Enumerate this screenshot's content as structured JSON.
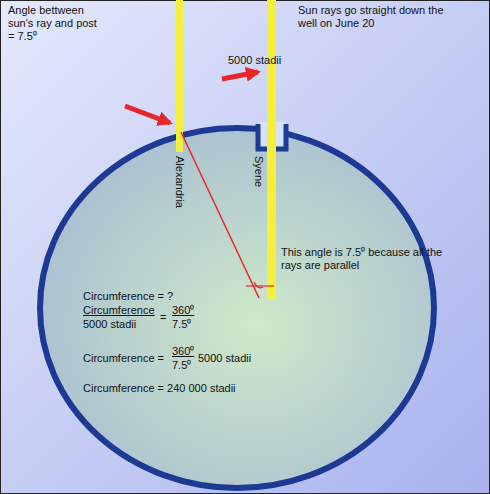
{
  "diagram": {
    "labels": [
      "Angle bettween sun's ray and post = 7.5⁰",
      "Sun rays go straight down the well on June 20",
      "5000 stadii",
      "Alexandria",
      "Syene",
      "This angle is 7.5⁰ because all the rays are parallel",
      "Circumference = ?",
      "Circumference",
      "5000 stadii",
      "=",
      "360⁰",
      "7.5⁰",
      "Circumference =",
      "360⁰",
      "7.5⁰",
      "5000 stadii",
      "Circumference = 240 000 stadii"
    ]
  }
}
